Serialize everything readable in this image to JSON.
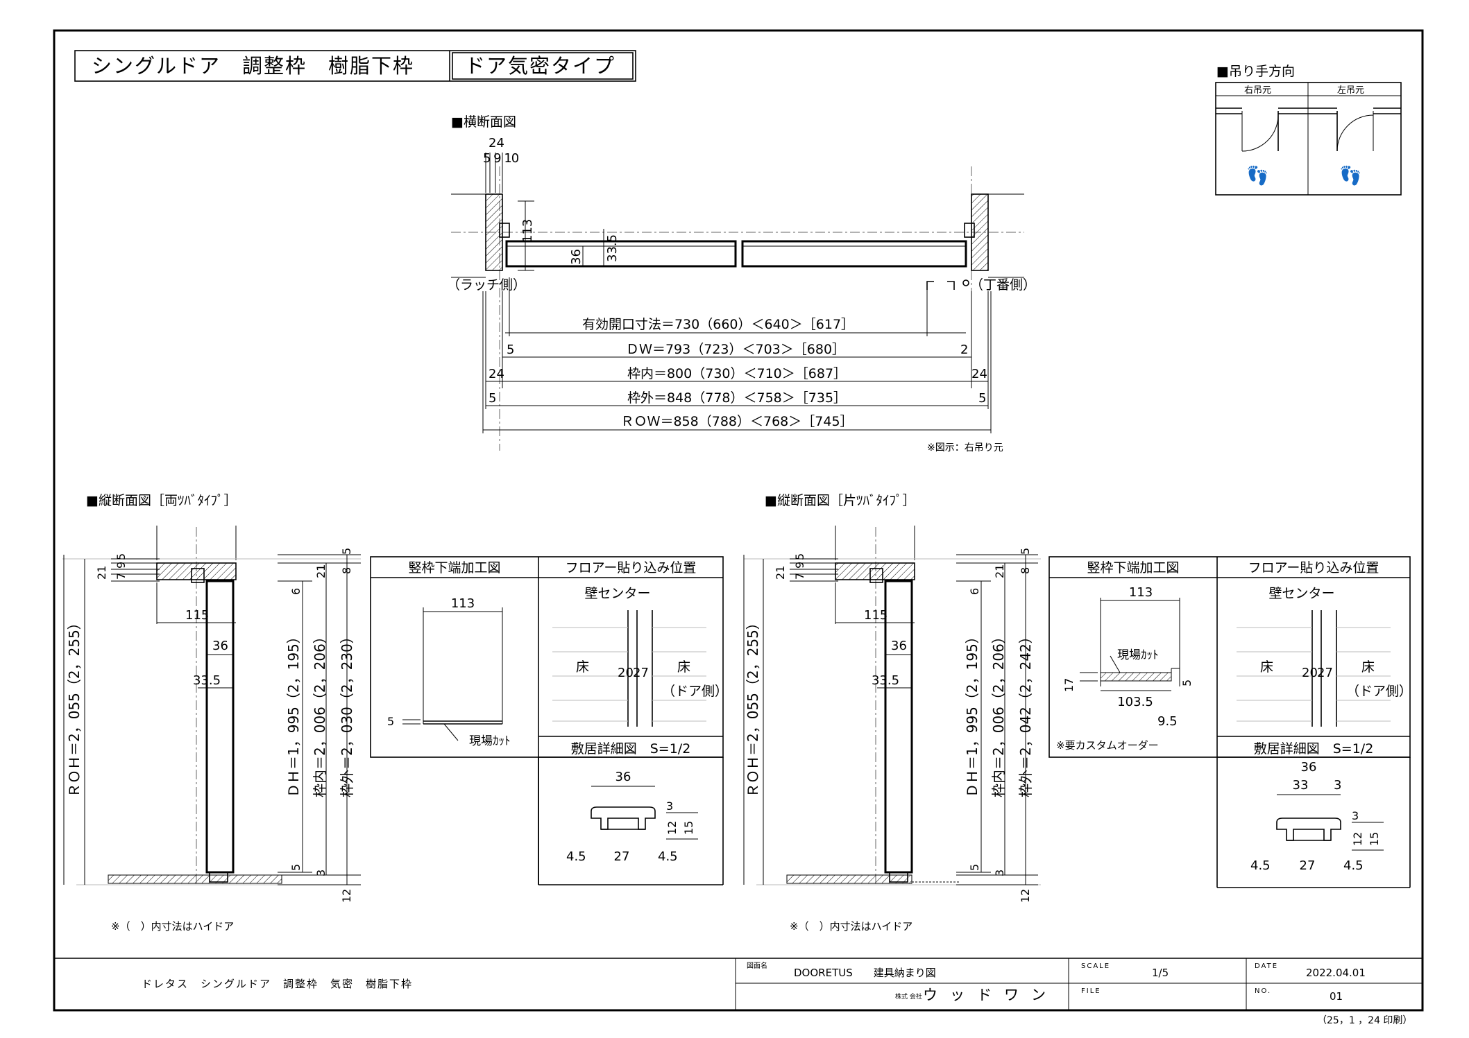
{
  "title": {
    "main": "シングルドア　調整枠　樹脂下枠",
    "tag": "ドア気密タイプ"
  },
  "hinge_direction": {
    "heading": "■吊り手方向",
    "right": "右吊元",
    "left": "左吊元"
  },
  "horizontal_section": {
    "heading": "■横断面図",
    "dim_top": "24",
    "dim_top_parts": "5 9 10",
    "dim_113": "113",
    "dim_36": "36",
    "dim_335": "33.5",
    "latch_side": "（ラッチ側）",
    "hinge_side": "（丁番側）",
    "rows": [
      {
        "left": "",
        "label": "有効開口寸法＝730（660）＜640＞［617］",
        "right": ""
      },
      {
        "left": "5",
        "label": "ＤＷ＝793（723）＜703＞［680］",
        "right": "2"
      },
      {
        "left": "24",
        "label": "枠内＝800（730）＜710＞［687］",
        "right": "24"
      },
      {
        "left": "5",
        "label": "枠外＝848（778）＜758＞［735］",
        "right": "5"
      },
      {
        "left": "",
        "label": "ＲＯＷ＝858（788）＜768＞［745］",
        "right": ""
      }
    ],
    "note": "※図示：右吊り元"
  },
  "vertical_double": {
    "heading": "■縦断面図［両ﾂﾊﾞﾀｲﾌﾟ］",
    "dims_top_left": [
      "21",
      "7",
      "9",
      "5"
    ],
    "dim_115": "115",
    "dim_36": "36",
    "dim_335": "33.5",
    "roh": "ＲＯＨ＝2，055（2，255）",
    "dh": "ＤＨ＝1，995（2，195）",
    "waku_in": "枠内＝2，006（2，206）",
    "waku_out": "枠外＝2，030（2，230）",
    "d6": "6",
    "d21": "21",
    "d8": "8",
    "d5top": "5",
    "d5": "5",
    "d3": "3",
    "d12": "12",
    "note": "※（　）内寸法はハイドア"
  },
  "vertical_single": {
    "heading": "■縦断面図［片ﾂﾊﾞﾀｲﾌﾟ］",
    "dims_top_left": [
      "21",
      "7",
      "9",
      "5"
    ],
    "dim_115": "115",
    "dim_36": "36",
    "dim_335": "33.5",
    "roh": "ＲＯＨ＝2，055（2，255）",
    "dh": "ＤＨ＝1，995（2，195）",
    "waku_in": "枠内＝2，006（2，206）",
    "waku_out": "枠外＝2，042（2，242）",
    "d6": "6",
    "d21": "21",
    "d8": "8",
    "d5top": "5",
    "d5": "5",
    "d3": "3",
    "d12": "12",
    "note": "※（　）内寸法はハイドア"
  },
  "detail_a": {
    "h_frame": "竪枠下端加工図",
    "h_floor": "フロアー貼り込み位置",
    "h_sill": "敷居詳細図　S=1/2",
    "d113": "113",
    "d5": "5",
    "cut": "現場ｶｯﾄ",
    "wall_center": "壁センター",
    "floor": "床",
    "floor_door": "床",
    "door_side": "（ドア側）",
    "d20": "20",
    "d27": "27",
    "s36": "36",
    "s27": "27",
    "s45l": "4.5",
    "s45r": "4.5",
    "s3": "3",
    "s12": "12",
    "s15": "15"
  },
  "detail_b": {
    "h_frame": "竪枠下端加工図",
    "h_floor": "フロアー貼り込み位置",
    "h_sill": "敷居詳細図　S=1/2",
    "d113": "113",
    "d17": "17",
    "d5": "5",
    "d1035": "103.5",
    "d95": "9.5",
    "cut": "現場ｶｯﾄ",
    "custom": "※要カスタムオーダー",
    "wall_center": "壁センター",
    "floor": "床",
    "floor_door": "床",
    "door_side": "（ドア側）",
    "d20": "20",
    "d27": "27",
    "s36": "36",
    "s33": "33",
    "s3top": "3",
    "s27": "27",
    "s45l": "4.5",
    "s45r": "4.5",
    "s3": "3",
    "s12": "12",
    "s15": "15"
  },
  "titleblock": {
    "product": "ドレタス　シングルドア　調整枠　気密　樹脂下枠",
    "drawing_name_label": "図面名",
    "drawing_name": "DOORETUS　　建具納まり図",
    "scale_label": "SCALE",
    "scale": "1/5",
    "date_label": "DATE",
    "date": "2022.04.01",
    "company_prefix": "株式\n会社",
    "company": "ウッドワン",
    "file_label": "FILE",
    "no_label": "NO.",
    "no": "01",
    "printed": "（25，1 ，24 印刷）"
  }
}
